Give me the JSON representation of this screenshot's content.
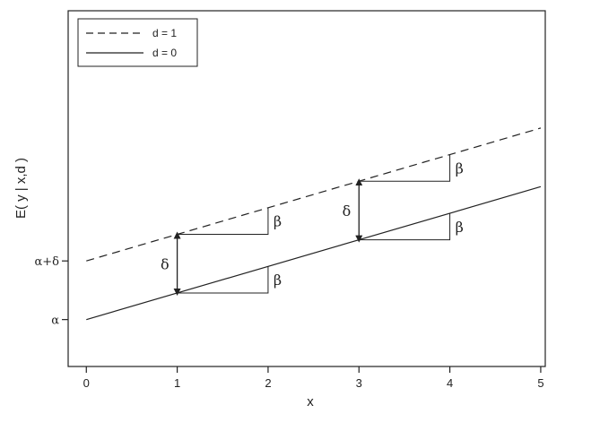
{
  "chart_data": {
    "type": "line",
    "title": "",
    "xlabel": "x",
    "ylabel": "E( y | x,d )",
    "xlim": [
      -0.2,
      5.05
    ],
    "ylim": [
      -0.6,
      3.95
    ],
    "x_ticks": [
      "0",
      "1",
      "2",
      "3",
      "4",
      "5"
    ],
    "y_ticks": [
      {
        "label": "α",
        "value": 0
      },
      {
        "label": "α+δ",
        "value": 0.75
      }
    ],
    "grid": false,
    "legend_position": "top-left",
    "series": [
      {
        "name": "d = 1",
        "style": "dashed",
        "x": [
          0,
          5
        ],
        "y": [
          0.75,
          2.45
        ]
      },
      {
        "name": "d = 0",
        "style": "solid",
        "x": [
          0,
          5
        ],
        "y": [
          0,
          1.7
        ]
      }
    ],
    "annotations": {
      "slope_symbol": "β",
      "slope_triangles": [
        {
          "series": "d = 0",
          "x_from": 1,
          "x_to": 2
        },
        {
          "series": "d = 1",
          "x_from": 1,
          "x_to": 2
        },
        {
          "series": "d = 0",
          "x_from": 3,
          "x_to": 4
        },
        {
          "series": "d = 1",
          "x_from": 3,
          "x_to": 4
        }
      ],
      "gap_symbol": "δ",
      "gap_arrows": [
        {
          "x": 1,
          "from": "d = 0",
          "to": "d = 1"
        },
        {
          "x": 3,
          "from": "d = 0",
          "to": "d = 1"
        }
      ]
    }
  }
}
